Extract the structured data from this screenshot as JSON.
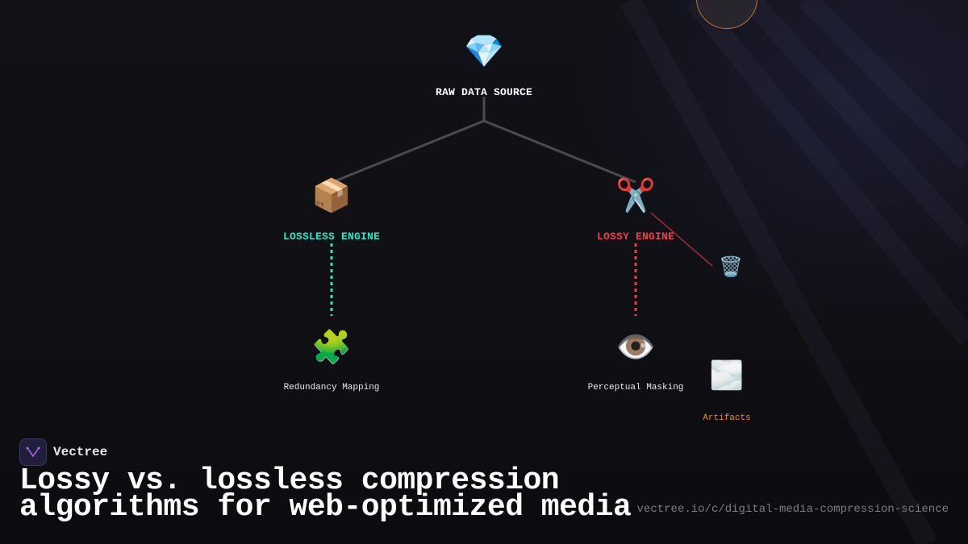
{
  "diagram": {
    "root": {
      "icon": "💎",
      "icon_name": "gem-icon",
      "label": "RAW DATA SOURCE"
    },
    "lossless": {
      "icon": "📦",
      "icon_name": "package-icon",
      "label": "LOSSLESS ENGINE",
      "color": "#2ee6c8",
      "child": {
        "icon": "🧩",
        "icon_name": "puzzle-piece-icon",
        "label": "Redundancy Mapping"
      }
    },
    "lossy": {
      "icon": "✂️",
      "icon_name": "scissors-icon",
      "label": "LOSSY ENGINE",
      "color": "#f0404a",
      "child": {
        "icon": "👁️",
        "icon_name": "eye-icon",
        "label": "Perceptual Masking"
      },
      "discard": {
        "icon": "🗑️",
        "icon_name": "wastebasket-icon"
      },
      "artifacts": {
        "icon": "🌫️",
        "icon_name": "fog-icon",
        "label": "Artifacts",
        "color": "#f08a2a"
      }
    }
  },
  "brand": {
    "name": "Vectree",
    "logo_icon": "vectree-logo-icon"
  },
  "headline": "Lossy vs. lossless compression algorithms for web-optimized media",
  "url": "vectree.io/c/digital-media-compression-science"
}
